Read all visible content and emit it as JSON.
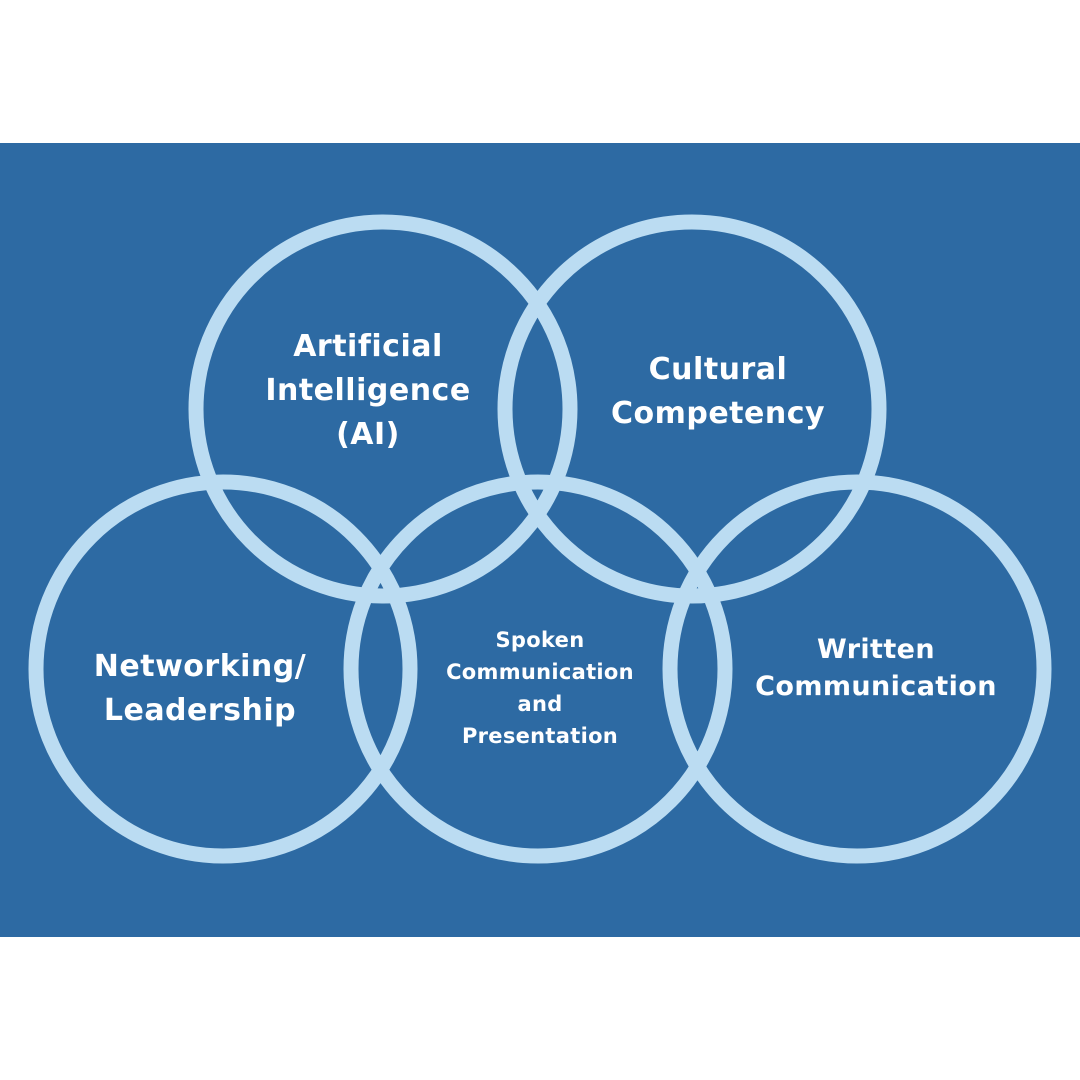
{
  "colors": {
    "background": "#ffffff",
    "band": "#2d6aa3",
    "ring": "#bbdcf2",
    "text": "#ffffff"
  },
  "circles": [
    {
      "id": "ai",
      "label": "Artificial\nIntelligence\n(AI)"
    },
    {
      "id": "cultural",
      "label": "Cultural\nCompetency"
    },
    {
      "id": "networking",
      "label": "Networking/\nLeadership"
    },
    {
      "id": "spoken",
      "label": "Spoken\nCommunication\nand\nPresentation"
    },
    {
      "id": "written",
      "label": "Written\nCommunication"
    }
  ]
}
